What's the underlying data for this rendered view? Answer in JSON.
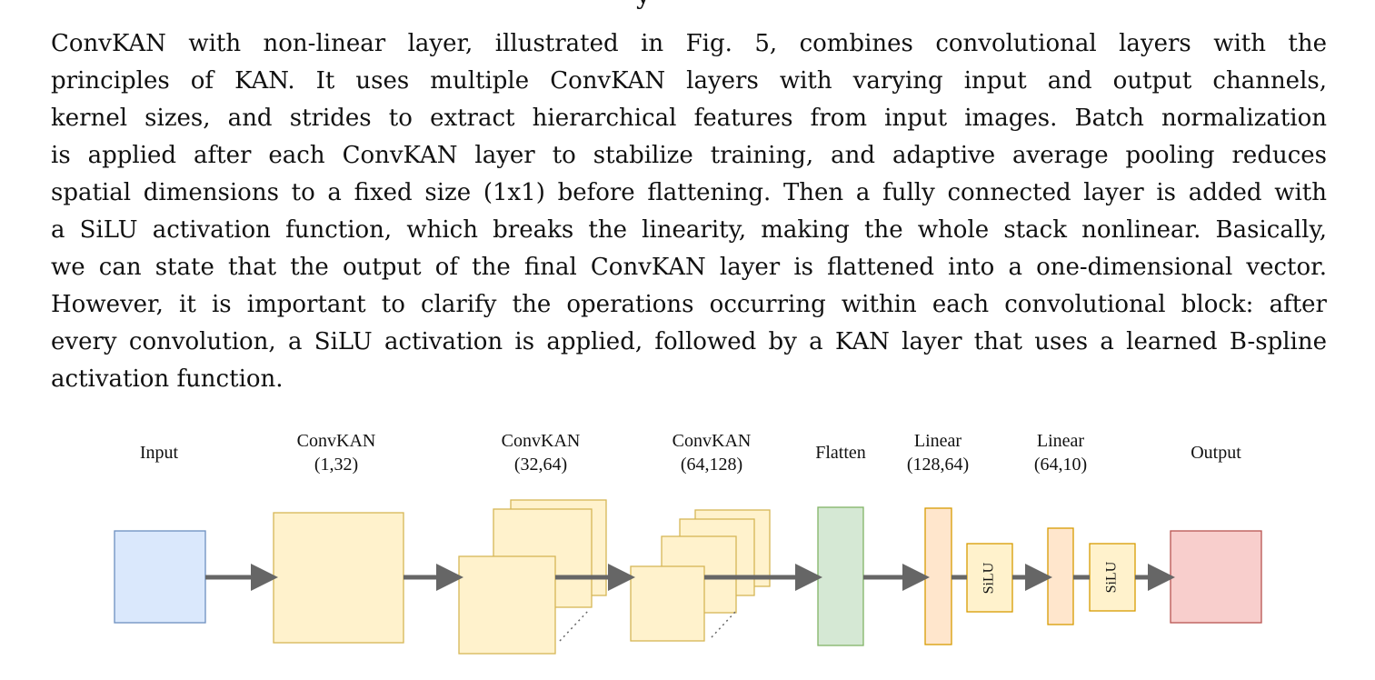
{
  "paper": {
    "top_fragment": "y",
    "paragraph_lines": [
      "ConvKAN with non-linear layer, illustrated in Fig.  5, combines convolutional layers with the",
      "principles of KAN. It uses multiple ConvKAN layers with varying input and output channels,",
      "kernel sizes, and strides to extract hierarchical features from input images.  Batch normalization",
      "is applied after each ConvKAN layer to stabilize training, and adaptive average pooling reduces",
      "spatial dimensions to a fixed size (1x1) before flattening.  Then a fully connected layer is added with",
      "a SiLU activation function, which breaks the linearity, making the whole stack nonlinear.  Basically,",
      "we can state that the output of the final ConvKAN layer is flattened into a one-dimensional vector.",
      "However, it is important to clarify the operations occurring within each convolutional block: after",
      "every convolution, a SiLU activation is applied, followed by a KAN layer that uses a learned B-spline",
      "activation function."
    ]
  },
  "figure": {
    "labels": {
      "input": "Input",
      "convkan1_name": "ConvKAN",
      "convkan1_dims": "(1,32)",
      "convkan2_name": "ConvKAN",
      "convkan2_dims": "(32,64)",
      "convkan3_name": "ConvKAN",
      "convkan3_dims": "(64,128)",
      "flatten": "Flatten",
      "linear1_name": "Linear",
      "linear1_dims": "(128,64)",
      "linear2_name": "Linear",
      "linear2_dims": "(64,10)",
      "output": "Output"
    },
    "silu_label": "SiLU",
    "colors": {
      "input_fill": "#dae8fc",
      "input_stroke": "#6c8ebf",
      "conv_fill": "#fff2cc",
      "conv_stroke": "#d6b656",
      "flatten_fill": "#d5e8d4",
      "flatten_stroke": "#82b366",
      "linear_fill": "#ffe6cc",
      "linear_stroke": "#d79b00",
      "output_fill": "#f8cecc",
      "output_stroke": "#b85450",
      "arrow": "#666666"
    }
  }
}
